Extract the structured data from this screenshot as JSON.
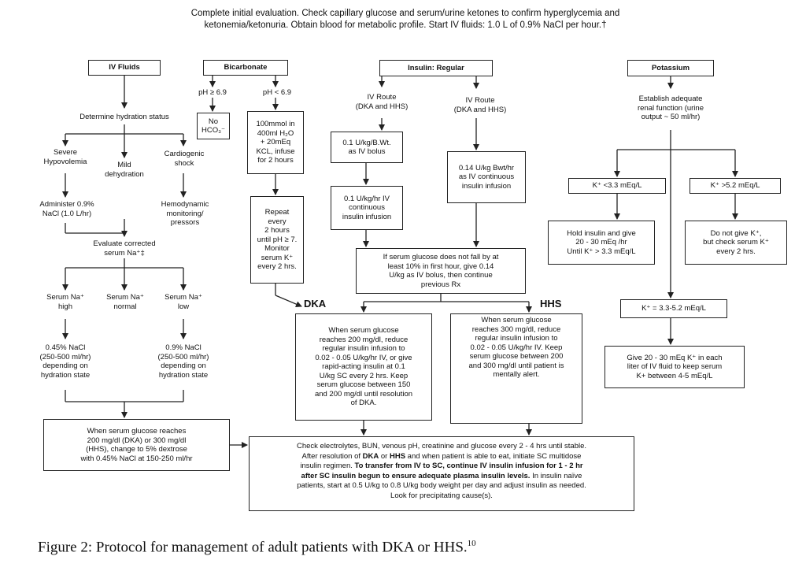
{
  "header": {
    "line1": "Complete initial evaluation. Check capillary glucose and serum/urine ketones to confirm hyperglycemia and",
    "line2": "ketonemia/ketonuria. Obtain blood for metabolic profile. Start IV fluids: 1.0 L of 0.9% NaCl per hour.†"
  },
  "iv_fluids": {
    "title": "IV Fluids",
    "determine": "Determine hydration status",
    "severe": "Severe\nHypovolemia",
    "mild": "Mild\ndehydration",
    "cardiogenic": "Cardiogenic\nshock",
    "administer": "Administer 0.9%\nNaCl (1.0 L/hr)",
    "hemodynamic": "Hemodynamic\nmonitoring/\npressors",
    "evaluate": "Evaluate corrected\nserum Na⁺‡",
    "na_high": "Serum Na⁺\nhigh",
    "na_normal": "Serum Na⁺\nnormal",
    "na_low": "Serum Na⁺\nlow",
    "nacl_045": "0.45% NaCl\n(250-500 ml/hr)\ndepending on\nhydration state",
    "nacl_09": "0.9% NaCl\n(250-500 ml/hr)\ndepending on\nhydration state",
    "dextrose": "When serum glucose  reaches\n200 mg/dl (DKA) or 300 mg/dl\n(HHS), change to 5% dextrose\nwith 0.45% NaCl at 150-250 ml/hr"
  },
  "bicarbonate": {
    "title": "Bicarbonate",
    "ph_ge": "pH ≥ 6.9",
    "ph_lt": "pH < 6.9",
    "no_hco3": "No\nHCO₃⁻",
    "dose": "100mmol in\n400ml H₂O\n+ 20mEq\nKCL, infuse\nfor 2 hours",
    "repeat": "Repeat\nevery\n2 hours\nuntil pH ≥ 7.\nMonitor\nserum K⁺\nevery 2 hrs."
  },
  "insulin": {
    "title": "Insulin: Regular",
    "route1": "IV Route\n(DKA and HHS)",
    "route2": "IV Route\n(DKA and HHS)",
    "bolus": "0.1 U/kg/B.Wt.\nas IV bolus",
    "infusion1": "0.1 U/kg/hr IV\ncontinuous\ninsulin infusion",
    "infusion2": "0.14 U/kg Bwt/hr\nas IV continuous\ninsulin infusion",
    "fall": "If serum glucose does not fall by at\nleast 10% in first hour, give 0.14\nU/kg as IV  bolus, then continue\nprevious Rx",
    "dka_label": "DKA",
    "hhs_label": "HHS",
    "dka_box": "When serum glucose\nreaches 200 mg/dl, reduce\nregular insulin infusion to\n0.02 - 0.05 U/kg/hr IV, or give\nrapid-acting insulin at 0.1\nU/kg SC every 2 hrs. Keep\nserum glucose between 150\nand 200 mg/dl until resolution\nof  DKA.",
    "hhs_box": "When serum glucose\nreaches 300 mg/dl, reduce\nregular insulin infusion to\n0.02 - 0.05 U/kg/hr IV.  Keep\nserum glucose between 200\nand 300 mg/dl until patient is\nmentally alert."
  },
  "potassium": {
    "title": "Potassium",
    "establish": "Establish adequate\nrenal function (urine\noutput ~ 50 ml/hr)",
    "k_low": "K⁺ <3.3 mEq/L",
    "k_high": "K⁺ >5.2 mEq/L",
    "hold": "Hold insulin and give\n20 - 30 mEq /hr\nUntil K⁺ > 3.3 mEq/L",
    "donot": "Do not give K⁺,\nbut check serum K⁺\nevery 2 hrs.",
    "k_mid": "K⁺ = 3.3-5.2 mEq/L",
    "give": "Give 20 - 30 mEq K⁺ in each\nliter of IV  fluid to keep serum\nK+ between 4-5 mEq/L"
  },
  "final": {
    "p1": "Check electrolytes, BUN, venous pH, creatinine and glucose every 2 - 4 hrs until stable.\nAfter resolution of ",
    "dka": "DKA",
    "or": " or ",
    "hhs": "HHS",
    "p2": " and when patient is able to eat, initiate SC multidose\ninsulin regimen. ",
    "bold": "To transfer from IV to SC, continue IV insulin infusion for 1 - 2 hr\nafter SC insulin begun to ensure adequate plasma insulin levels.",
    "p3": "  In insulin naïve\npatients, start at 0.5 U/kg to 0.8 U/kg body weight per day and adjust insulin as needed.\nLook for precipitating cause(s)."
  },
  "caption": {
    "text": "Figure 2: Protocol for management of adult patients with DKA or HHS.",
    "ref": "10"
  }
}
